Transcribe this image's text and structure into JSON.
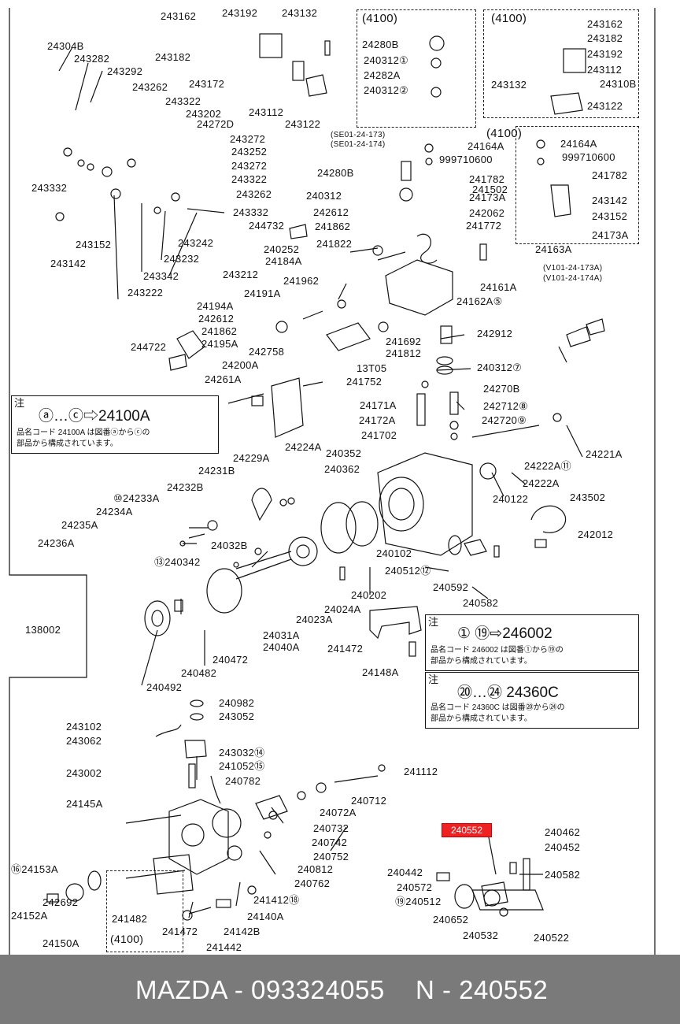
{
  "boxes": {
    "box1_title": "(4100)",
    "box2_title": "(4100)",
    "box3_title": "(4100)",
    "box4_title": "(4100)"
  },
  "notes": {
    "note1_head": "注",
    "note1_big": "ⓐ…ⓒ⇨24100A",
    "note1_line1": "品名コード 24100A は図番ⓐからⓒの",
    "note1_line2": "部品から構成されています。",
    "note2_head": "注",
    "note2_big": "① ⑲⇨246002",
    "note2_line1": "品名コード 246002 は図番①から⑲の",
    "note2_line2": "部品から構成されています。",
    "note3_head": "注",
    "note3_big": "⑳…㉔ 24360C",
    "note3_line1": "品名コード 24360C は図番⑳から㉔の",
    "note3_line2": "部品から構成されています。"
  },
  "serial": {
    "se1": "(SE01-24-173)",
    "se2": "(SE01-24-174)",
    "v1": "(V101-24-173A)",
    "v2": "(V101-24-174A)"
  },
  "labels": [
    "243162",
    "243192",
    "243132",
    "243182",
    "24304B",
    "243282",
    "243292",
    "243262",
    "243322",
    "243172",
    "243202",
    "24272D",
    "243112",
    "243122",
    "243272",
    "243252",
    "243272",
    "243322",
    "243262",
    "243332",
    "243332",
    "243152",
    "243142",
    "243242",
    "243232",
    "243342",
    "243222",
    "244732",
    "240252",
    "24184A",
    "243212",
    "242612",
    "241862",
    "241822",
    "241962",
    "24191A",
    "24194A",
    "242612",
    "241862",
    "24195A",
    "244722",
    "242758",
    "24200A",
    "24261A",
    "242912",
    "241692",
    "241812",
    "13T05",
    "241752",
    "240312⑦",
    "24270B",
    "24171A",
    "242712⑧",
    "24172A",
    "242720⑨",
    "241702",
    "24221A",
    "240352",
    "24224A",
    "24229A",
    "240362",
    "24231B",
    "24222A⑪",
    "24222A",
    "24232B",
    "⑩24233A",
    "240122",
    "243502",
    "24234A",
    "24235A",
    "242012",
    "24236A",
    "24032B",
    "240102",
    "⑬240342",
    "240512⑫",
    "240592",
    "240582",
    "24024A",
    "240202",
    "24023A",
    "24031A",
    "24040A",
    "240472",
    "241472",
    "24148A",
    "138002",
    "240482",
    "240492",
    "240982",
    "243052",
    "243102",
    "243062",
    "243032⑭",
    "243002",
    "241052⑮",
    "240782",
    "241112",
    "240712",
    "24145A",
    "24072A",
    "240732",
    "240742",
    "240752",
    "⑯24153A",
    "240812",
    "240762",
    "242692",
    "241412⑱",
    "24140A",
    "24152A",
    "241482",
    "241472",
    "24142B",
    "24150A",
    "241442",
    "240462",
    "240452",
    "240582",
    "240442",
    "240572",
    "⑲240512",
    "240652",
    "240532",
    "240522",
    "24280B",
    "240312①",
    "24282A",
    "240312②",
    "243162",
    "243182",
    "243192",
    "243112",
    "243132",
    "24310B",
    "243122",
    "24164A",
    "999710600",
    "241782",
    "24173A",
    "241502",
    "24164A",
    "999710600",
    "241782",
    "243142",
    "243152",
    "24173A",
    "24280B",
    "240312",
    "242062",
    "241772",
    "24163A",
    "24161A",
    "24162A⑤"
  ],
  "highlight": "240552",
  "footer": {
    "left": "MAZDA - 093324055",
    "right": "N - 240552"
  }
}
